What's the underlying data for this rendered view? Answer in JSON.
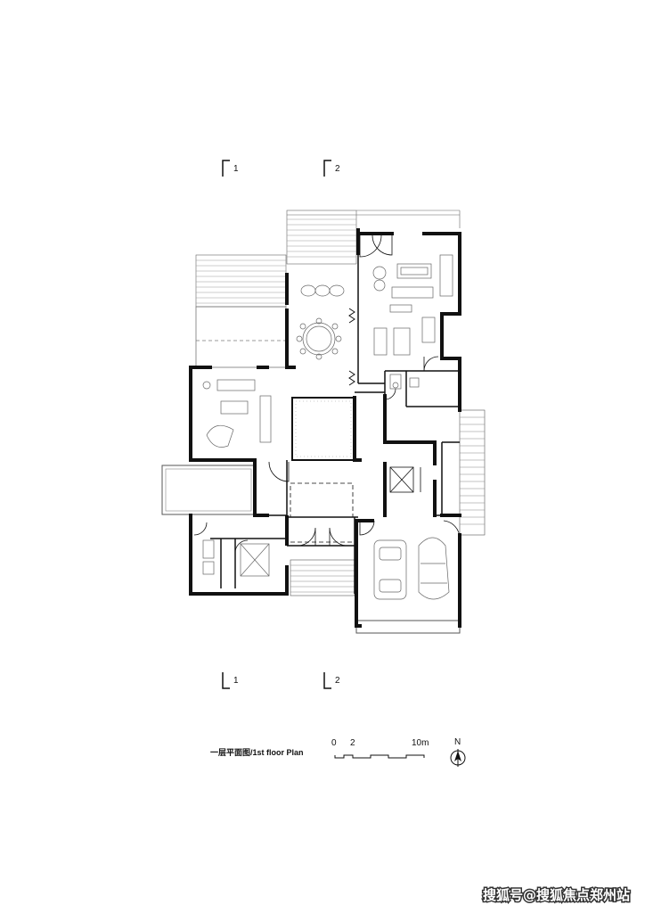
{
  "section_markers": {
    "top_1": "1",
    "top_2": "2",
    "bottom_1": "1",
    "bottom_2": "2"
  },
  "caption": "一层平面图/1st floor Plan",
  "scale_bar": {
    "label_0": "0",
    "label_2": "2",
    "label_10": "10m"
  },
  "north": "N",
  "watermark": "搜狐号@搜狐焦点郑州站"
}
